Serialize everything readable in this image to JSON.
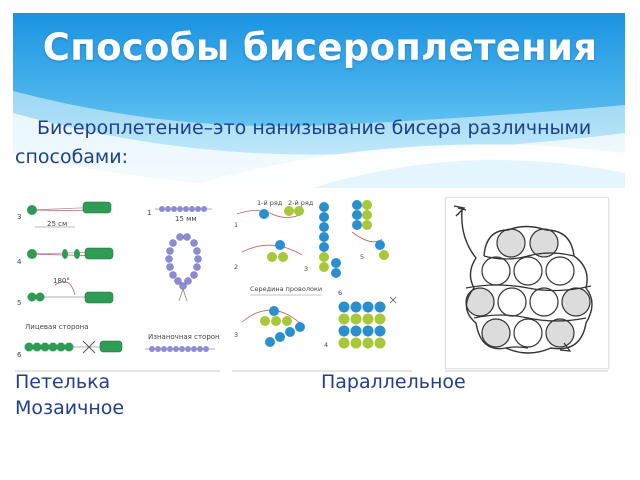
{
  "title": "Способы бисероплетения",
  "subtitle": "Бисероплетение–это нанизывание бисера различными способами:",
  "images": {
    "loop": {
      "icon": "loop-weaving-diagram",
      "labels": {
        "s3": "3",
        "s4": "4",
        "s5": "5",
        "s6": "6",
        "n1": "1",
        "len25": "25 см",
        "len15": "15 мм",
        "deg180": "180°",
        "front": "Лицевая сторона",
        "back": "Изнаночная сторона"
      }
    },
    "parallel": {
      "icon": "parallel-weaving-diagram",
      "labels": {
        "row1": "1-й ряд",
        "row2": "2-й ряд",
        "s1": "1",
        "s2": "2",
        "s3": "3",
        "s4": "4",
        "s5": "5",
        "s6": "6",
        "s3b": "3",
        "mid": "Середина проволоки"
      }
    },
    "mosaic": {
      "icon": "mosaic-weaving-diagram"
    }
  },
  "captions": {
    "loop": "Петелька",
    "parallel": "Параллельное",
    "mosaic": "Мозаичное"
  },
  "colors": {
    "title_text": "#ffffff",
    "body_text": "#1f3f8a",
    "header_top": "#1e9be6",
    "header_bottom": "#9fdcf6",
    "bead_green": "#2e9c55",
    "bead_blue": "#2a8fcf",
    "bead_lime": "#a8c838",
    "bead_lavender": "#8c8cd6",
    "mosaic_fill": "#dcdcdc"
  }
}
